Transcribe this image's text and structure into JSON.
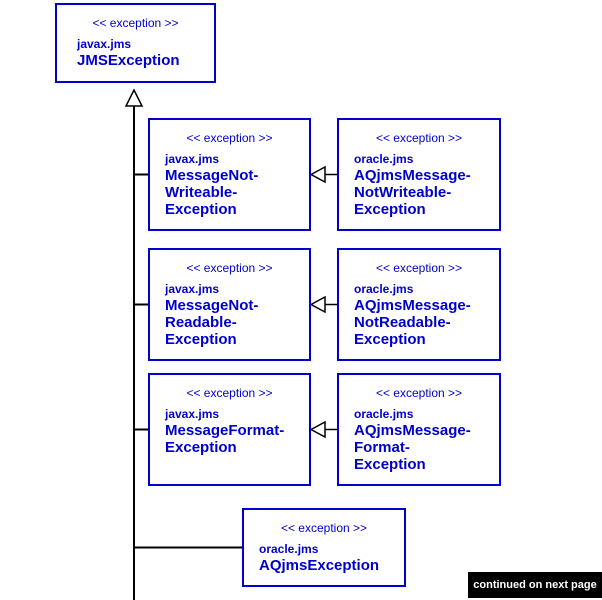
{
  "stereotype": "<< exception >>",
  "colors": {
    "box_border": "#0000cc",
    "box_text": "#0000cc",
    "connector_line": "#000000",
    "badge_background": "#000000",
    "badge_text": "#ffffff",
    "page_background": "#ffffff"
  },
  "icons": {
    "generalization_up_arrow": "hollow-triangle-up",
    "generalization_left_arrow": "hollow-triangle-left"
  },
  "badge": {
    "label": "continued on next page"
  },
  "classes": [
    {
      "package": "javax.jms",
      "name_lines": [
        "JMSException"
      ]
    },
    {
      "package": "javax.jms",
      "name_lines": [
        "MessageNot-",
        "Writeable-",
        "Exception"
      ]
    },
    {
      "package": "oracle.jms",
      "name_lines": [
        "AQjmsMessage-",
        "NotWriteable-",
        "Exception"
      ]
    },
    {
      "package": "javax.jms",
      "name_lines": [
        "MessageNot-",
        "Readable-",
        "Exception"
      ]
    },
    {
      "package": "oracle.jms",
      "name_lines": [
        "AQjmsMessage-",
        "NotReadable-",
        "Exception"
      ]
    },
    {
      "package": "javax.jms",
      "name_lines": [
        "MessageFormat-",
        "Exception"
      ]
    },
    {
      "package": "oracle.jms",
      "name_lines": [
        "AQjmsMessage-",
        "Format-",
        "Exception"
      ]
    },
    {
      "package": "oracle.jms",
      "name_lines": [
        "AQjmsException"
      ]
    }
  ]
}
